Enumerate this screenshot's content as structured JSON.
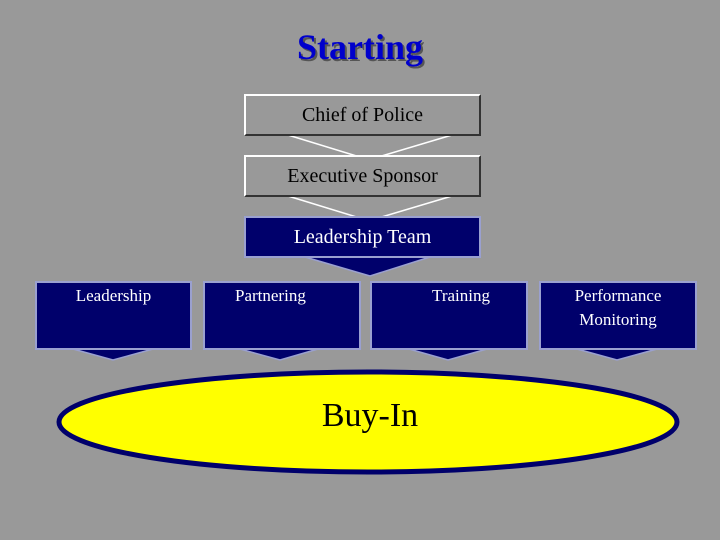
{
  "title": "Starting",
  "hierarchy": [
    {
      "label": "Chief of Police"
    },
    {
      "label": "Executive Sponsor"
    },
    {
      "label": "Leadership Team"
    }
  ],
  "pillars": [
    {
      "label": "Leadership"
    },
    {
      "label": "Partnering"
    },
    {
      "label": "Training"
    },
    {
      "label": "Performance Monitoring"
    }
  ],
  "outcome": "Buy-In",
  "colors": {
    "background": "#999999",
    "title": "#0000cc",
    "navy": "#00006b",
    "ellipse_fill": "#ffff00",
    "ellipse_stroke": "#00006b"
  }
}
